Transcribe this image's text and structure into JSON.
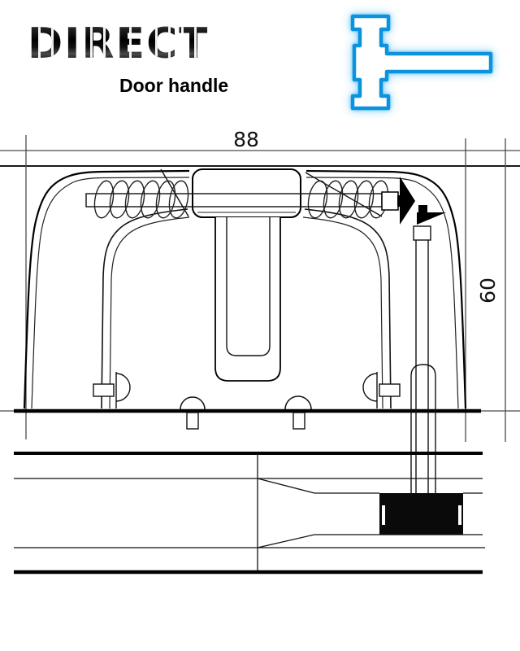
{
  "page": {
    "background": "#ffffff"
  },
  "header": {
    "brand": "DIRECT",
    "product": "Door handle",
    "brand_color": "#000000"
  },
  "neon_icon": {
    "name": "neon-door-handle-icon",
    "stroke": "#0d93de",
    "glow": "#8ed3f7"
  },
  "drawing": {
    "width_dimension": "88",
    "height_dimension": "60",
    "outline_color": "#000000",
    "dimension_line_color": "#4a4a4a",
    "latch_box_color": "#0a0a0a"
  }
}
